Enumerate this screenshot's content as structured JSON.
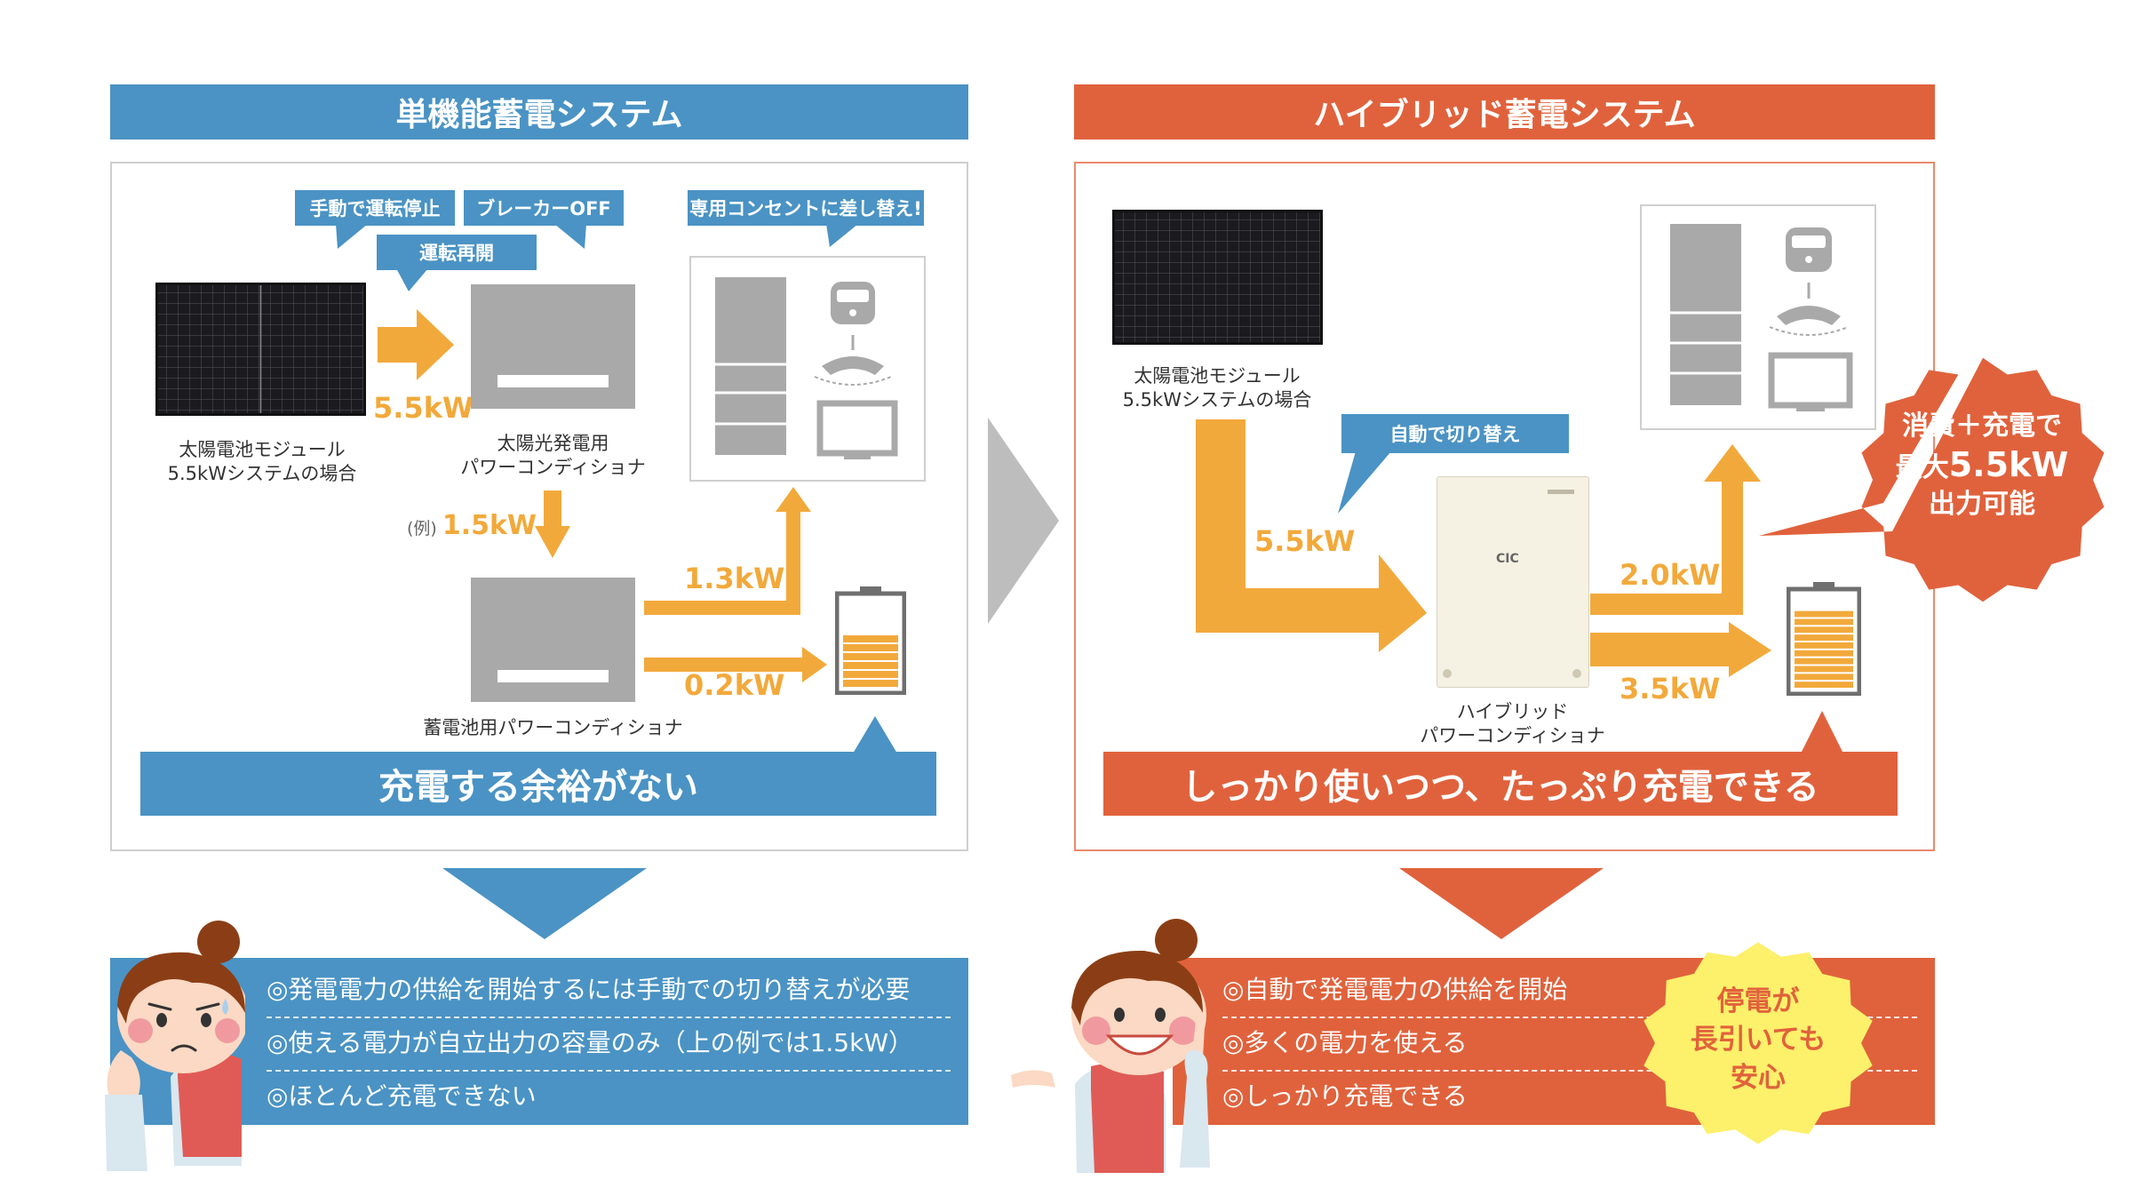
{
  "left": {
    "title": "単機能蓄電システム",
    "tag_manual_stop": "手動で運転停止",
    "tag_breaker_off": "ブレーカーOFF",
    "tag_restart": "運転再開",
    "tag_outlet_switch": "専用コンセントに差し替え!",
    "solar_caption_line1": "太陽電池モジュール",
    "solar_caption_line2": "5.5kWシステムの場合",
    "pcs_caption_line1": "太陽光発電用",
    "pcs_caption_line2": "パワーコンディショナ",
    "battery_pcs_caption": "蓄電池用パワーコンディショナ",
    "kw_solar": "5.5kW",
    "example_prefix": "(例)",
    "kw_example": "1.5kW",
    "kw_appliances": "1.3kW",
    "kw_battery": "0.2kW",
    "battery_level": 0.55,
    "banner": "充電する余裕がない",
    "points": [
      "◎発電電力の供給を開始するには手動での切り替えが必要",
      "◎使える電力が自立出力の容量のみ（上の例では1.5kW）",
      "◎ほとんど充電できない"
    ]
  },
  "right": {
    "title": "ハイブリッド蓄電システム",
    "solar_caption_line1": "太陽電池モジュール",
    "solar_caption_line2": "5.5kWシステムの場合",
    "tag_auto_switch": "自動で切り替え",
    "pcs_brand": "CIC",
    "hybrid_caption_line1": "ハイブリッド",
    "hybrid_caption_line2": "パワーコンディショナ",
    "kw_solar": "5.5kW",
    "kw_appliances": "2.0kW",
    "kw_battery": "3.5kW",
    "battery_level": 0.85,
    "burst_line1": "消費＋充電で",
    "burst_line2_prefix": "最大",
    "burst_line2_value": "5.5kW",
    "burst_line3": "出力可能",
    "banner": "しっかり使いつつ、たっぷり充電できる",
    "points": [
      "◎自動で発電電力の供給を開始",
      "◎多くの電力を使える",
      "◎しっかり充電できる"
    ],
    "yellow_line1": "停電が",
    "yellow_line2": "長引いても",
    "yellow_line3": "安心"
  },
  "colors": {
    "blue": "#4a93c4",
    "orange": "#e0623c",
    "arrow": "#f2a93b",
    "gray": "#a9a9a9",
    "yellow": "#fdf06b"
  }
}
